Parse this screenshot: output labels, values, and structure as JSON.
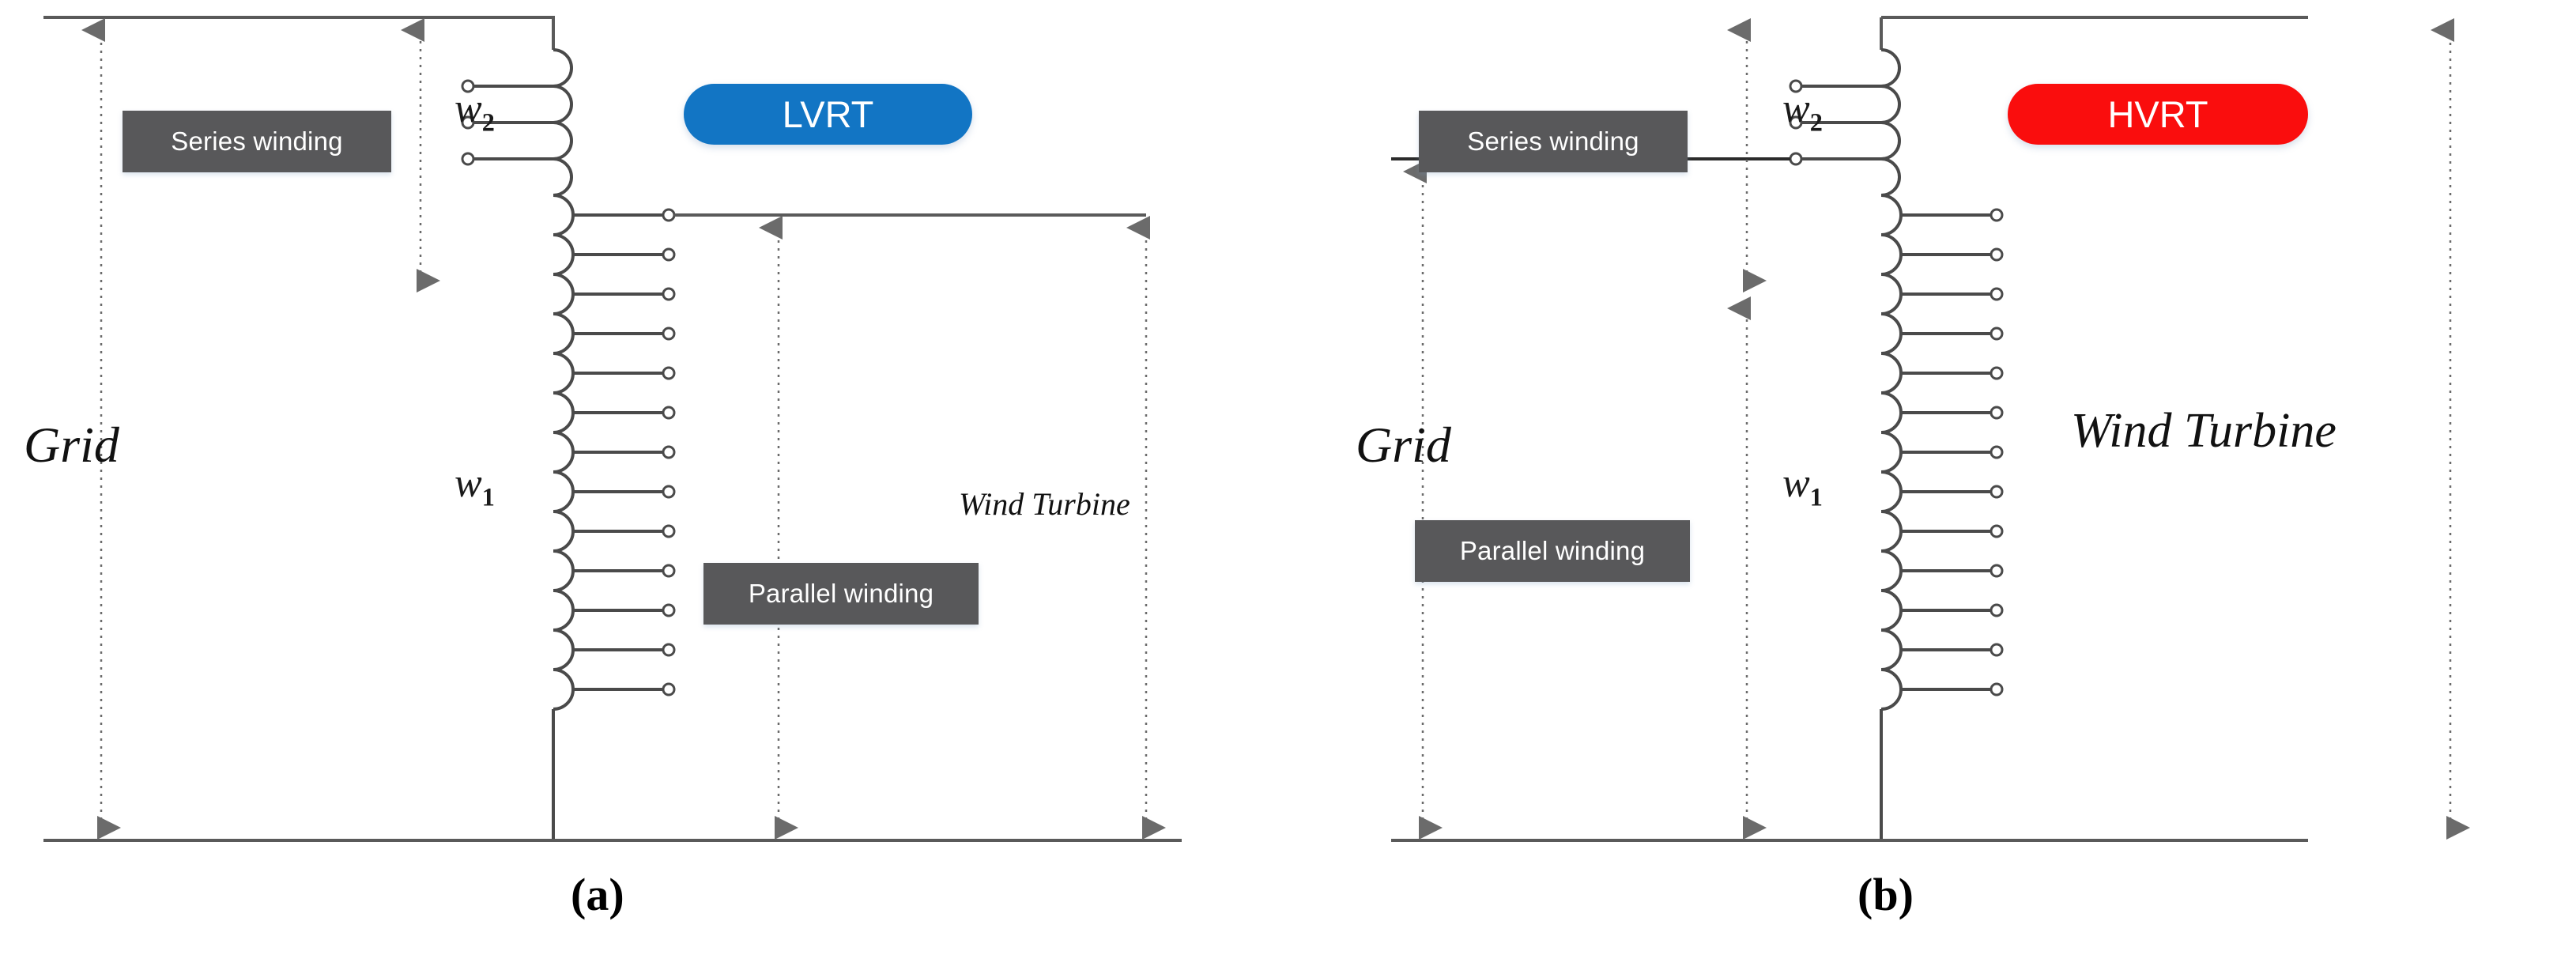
{
  "figure": {
    "type": "diagram",
    "description": "Two-panel electrical schematic of a tap-changing series-parallel transformer connecting a Grid to a Wind Turbine, shown in LVRT and HVRT configurations",
    "panels": [
      {
        "id": "a",
        "caption": "(a)",
        "mode_badge": {
          "label": "LVRT",
          "color": "#1275c4",
          "text_color": "#ffffff"
        },
        "left_terminal_label": "Grid",
        "right_terminal_label": "Wind Turbine",
        "series_winding": {
          "box_label": "Series winding",
          "symbol": "w",
          "subscript": "2",
          "turns": 5,
          "taps": 3,
          "tap_side": "left"
        },
        "parallel_winding": {
          "box_label": "Parallel winding",
          "symbol": "w",
          "subscript": "1",
          "turns": 13,
          "taps": 13,
          "tap_side": "right"
        },
        "grid_connection": "top-rail",
        "turbine_connection": "first-parallel-tap"
      },
      {
        "id": "b",
        "caption": "(b)",
        "mode_badge": {
          "label": "HVRT",
          "color": "#fa0d0d",
          "text_color": "#ffffff"
        },
        "left_terminal_label": "Grid",
        "right_terminal_label": "Wind Turbine",
        "series_winding": {
          "box_label": "Series winding",
          "symbol": "w",
          "subscript": "2",
          "turns": 5,
          "taps": 3,
          "tap_side": "left"
        },
        "parallel_winding": {
          "box_label": "Parallel winding",
          "symbol": "w",
          "subscript": "1",
          "turns": 13,
          "taps": 13,
          "tap_side": "right"
        },
        "grid_connection": "third-series-tap",
        "turbine_connection": "top-rail"
      }
    ],
    "colors": {
      "wire": "#5a5a5a",
      "wire_dark": "#2b2b2b",
      "dimension_line": "#6b6b6b",
      "tag_box": "#58585a",
      "tag_text": "#ffffff"
    }
  }
}
